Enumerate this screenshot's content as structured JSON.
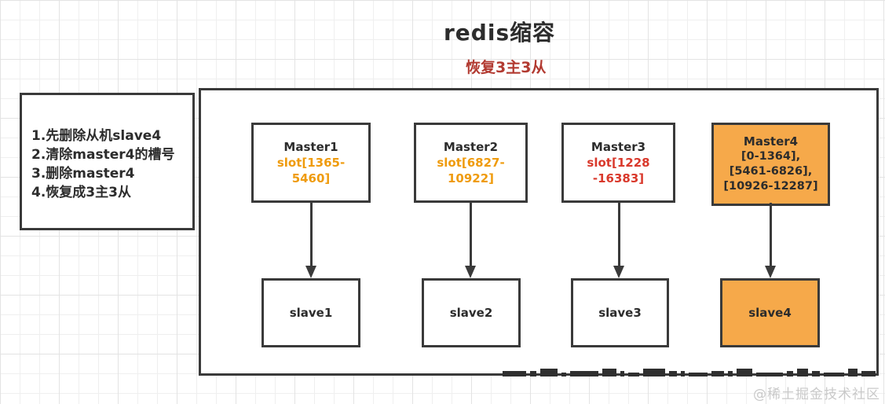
{
  "page": {
    "title": "redis缩容",
    "subtitle": "恢复3主3从",
    "watermark": "@稀土掘金技术社区"
  },
  "steps_box": {
    "lines": [
      "1.先删除从机slave4",
      "2.清除master4的槽号",
      "3.删除master4",
      "4.恢复成3主3从"
    ]
  },
  "cluster": {
    "masters": [
      {
        "name": "Master1",
        "slot_line1": "slot[1365-",
        "slot_line2": "5460]"
      },
      {
        "name": "Master2",
        "slot_line1": "slot[6827-",
        "slot_line2": "10922]"
      },
      {
        "name": "Master3",
        "slot_line1": "slot[1228",
        "slot_line2": "-16383]"
      },
      {
        "name": "Master4",
        "slot_line1": "[0-1364],",
        "slot_line2": "[5461-6826],",
        "slot_line3": "[10926-12287]"
      }
    ],
    "slaves": [
      {
        "name": "slave1"
      },
      {
        "name": "slave2"
      },
      {
        "name": "slave3"
      },
      {
        "name": "slave4"
      }
    ]
  },
  "colors": {
    "slot_orange": "#ef9b0d",
    "slot_red": "#d9392c",
    "subtitle_red": "#b23a31",
    "highlight_fill": "#f6a94a",
    "border_dark": "#3a3a3a"
  }
}
